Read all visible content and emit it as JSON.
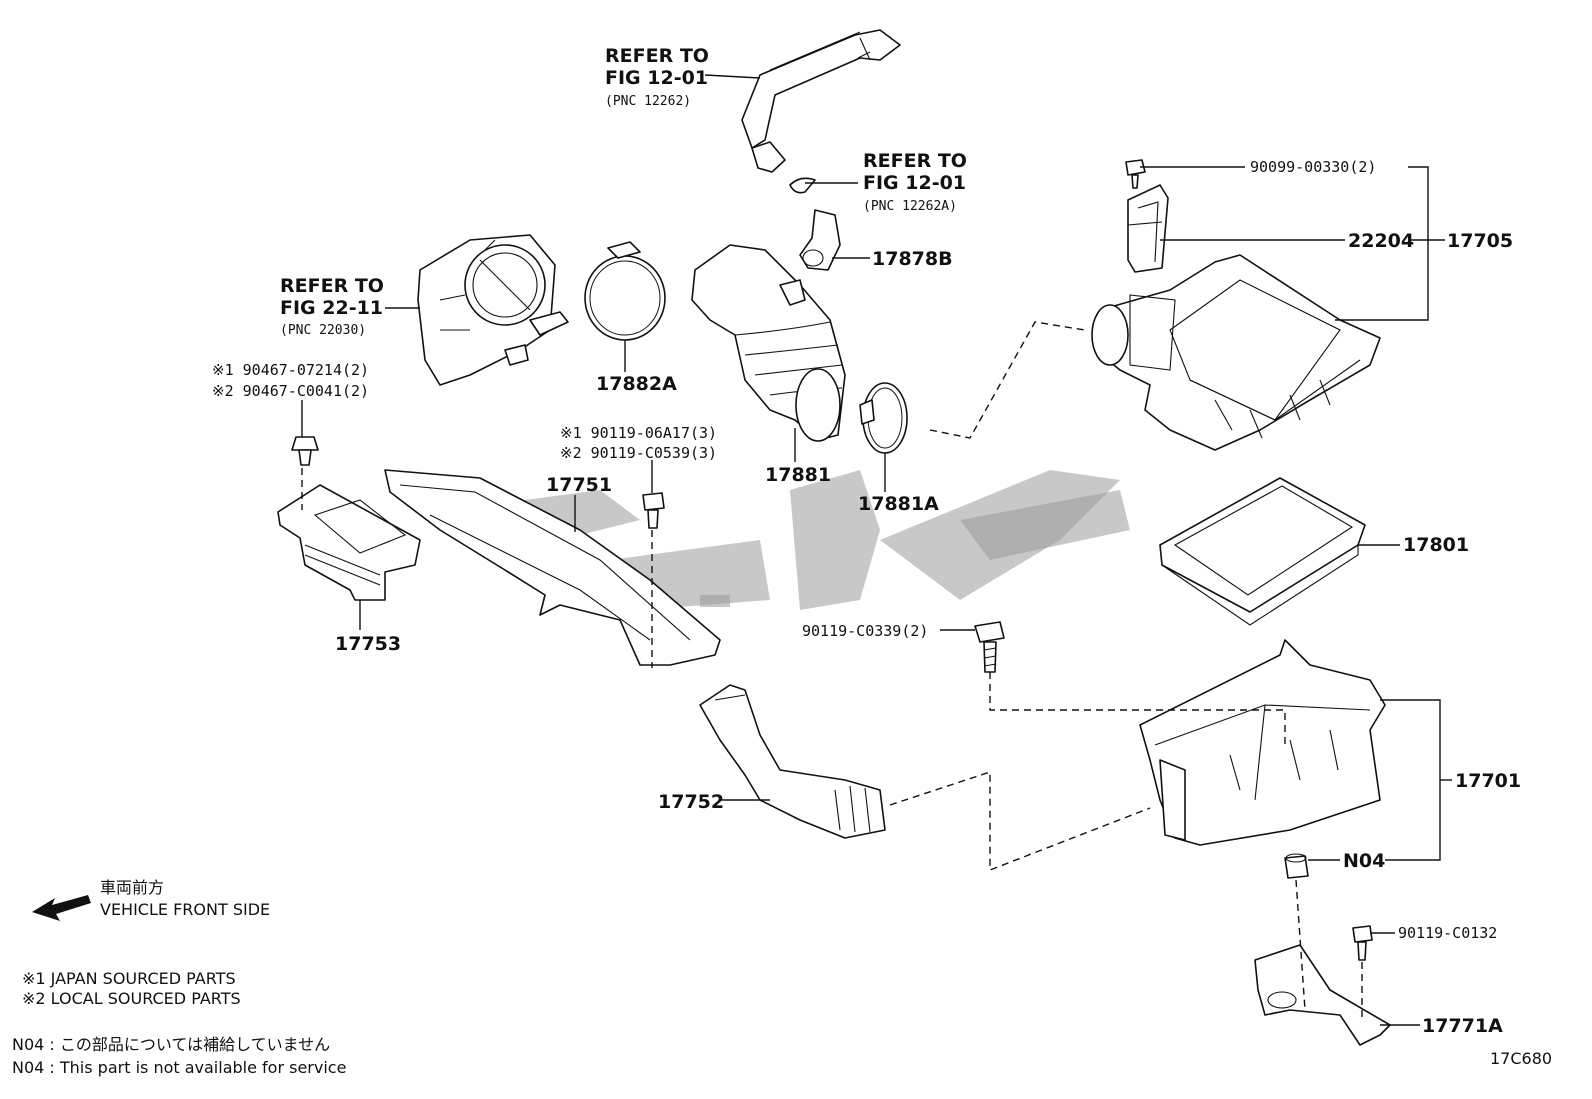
{
  "refs": {
    "hose_top": [
      "REFER TO",
      "FIG 12-01",
      "(PNC 12262)"
    ],
    "clip_ref": [
      "REFER TO",
      "FIG 12-01",
      "(PNC 12262A)"
    ],
    "throttle_ref": [
      "REFER TO",
      "FIG 22-11",
      "(PNC 22030)"
    ]
  },
  "bolt_notes": {
    "b1_line1": "※1 90467-07214(2)",
    "b1_line2": "※2 90467-C0041(2)",
    "b2_line1": "※1 90119-06A17(3)",
    "b2_line2": "※2 90119-C0539(3)"
  },
  "part_labels": {
    "p90099": "90099-00330(2)",
    "p22204": "22204",
    "p17705": "17705",
    "p17878B": "17878B",
    "p17882A": "17882A",
    "p17881": "17881",
    "p17881A": "17881A",
    "p17751": "17751",
    "p17753": "17753",
    "p17801": "17801",
    "p90119c0339": "90119-C0339(2)",
    "p17752": "17752",
    "p17701": "17701",
    "pN04": "N04",
    "p90119c0132": "90119-C0132",
    "p17771A": "17771A"
  },
  "legend": {
    "front_jp": "車両前方",
    "front_en": "VEHICLE FRONT SIDE",
    "note1": "※1  JAPAN SOURCED PARTS",
    "note2": "※2  LOCAL SOURCED PARTS",
    "n04_jp": "N04 : この部品については補給していません",
    "n04_en": "N04 : This part is not available for service",
    "figure_code": "17C680"
  }
}
